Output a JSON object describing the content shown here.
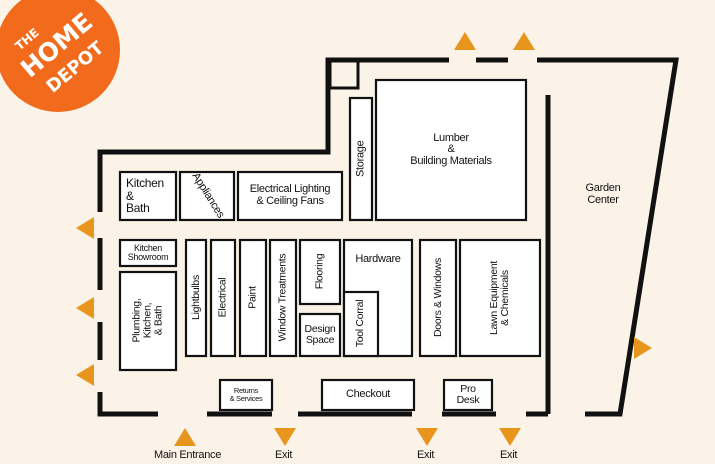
{
  "brand": {
    "logo_text": [
      "THE",
      "HOME",
      "DEPOT"
    ],
    "logo_color": "#f26b1d"
  },
  "colors": {
    "wall": "#111111",
    "marker": "#e8951e",
    "box_fill": "#ffffff",
    "background": "#fbf3e8"
  },
  "departments": {
    "storage": "Storage",
    "lumber": "Lumber\n&\nBuilding Materials",
    "kitchen_bath": "Kitchen\n&\nBath",
    "appliances": "Appliances",
    "electrical_lighting": "Electrical Lighting\n& Ceiling Fans",
    "garden_center": "Garden\nCenter",
    "kitchen_showroom": "Kitchen\nShowroom",
    "plumbing": "Plumbing, Kitchen,\n& Bath",
    "lightbulbs": "Lightbulbs",
    "electrical": "Electrical",
    "paint": "Paint",
    "window_treatments": "Window Treatments",
    "flooring": "Flooring",
    "design_space": "Design\nSpace",
    "hardware": "Hardware",
    "tool_corral": "Tool Corral",
    "doors_windows": "Doors & Windows",
    "lawn_equipment": "Lawn Equipment\n& Chemicals"
  },
  "service_desks": {
    "returns": "Returns\n& Services",
    "checkout": "Checkout",
    "pro_desk": "Pro\nDesk"
  },
  "entrances": {
    "main": "Main Entrance",
    "exit_1": "Exit",
    "exit_2": "Exit",
    "exit_3": "Exit"
  }
}
